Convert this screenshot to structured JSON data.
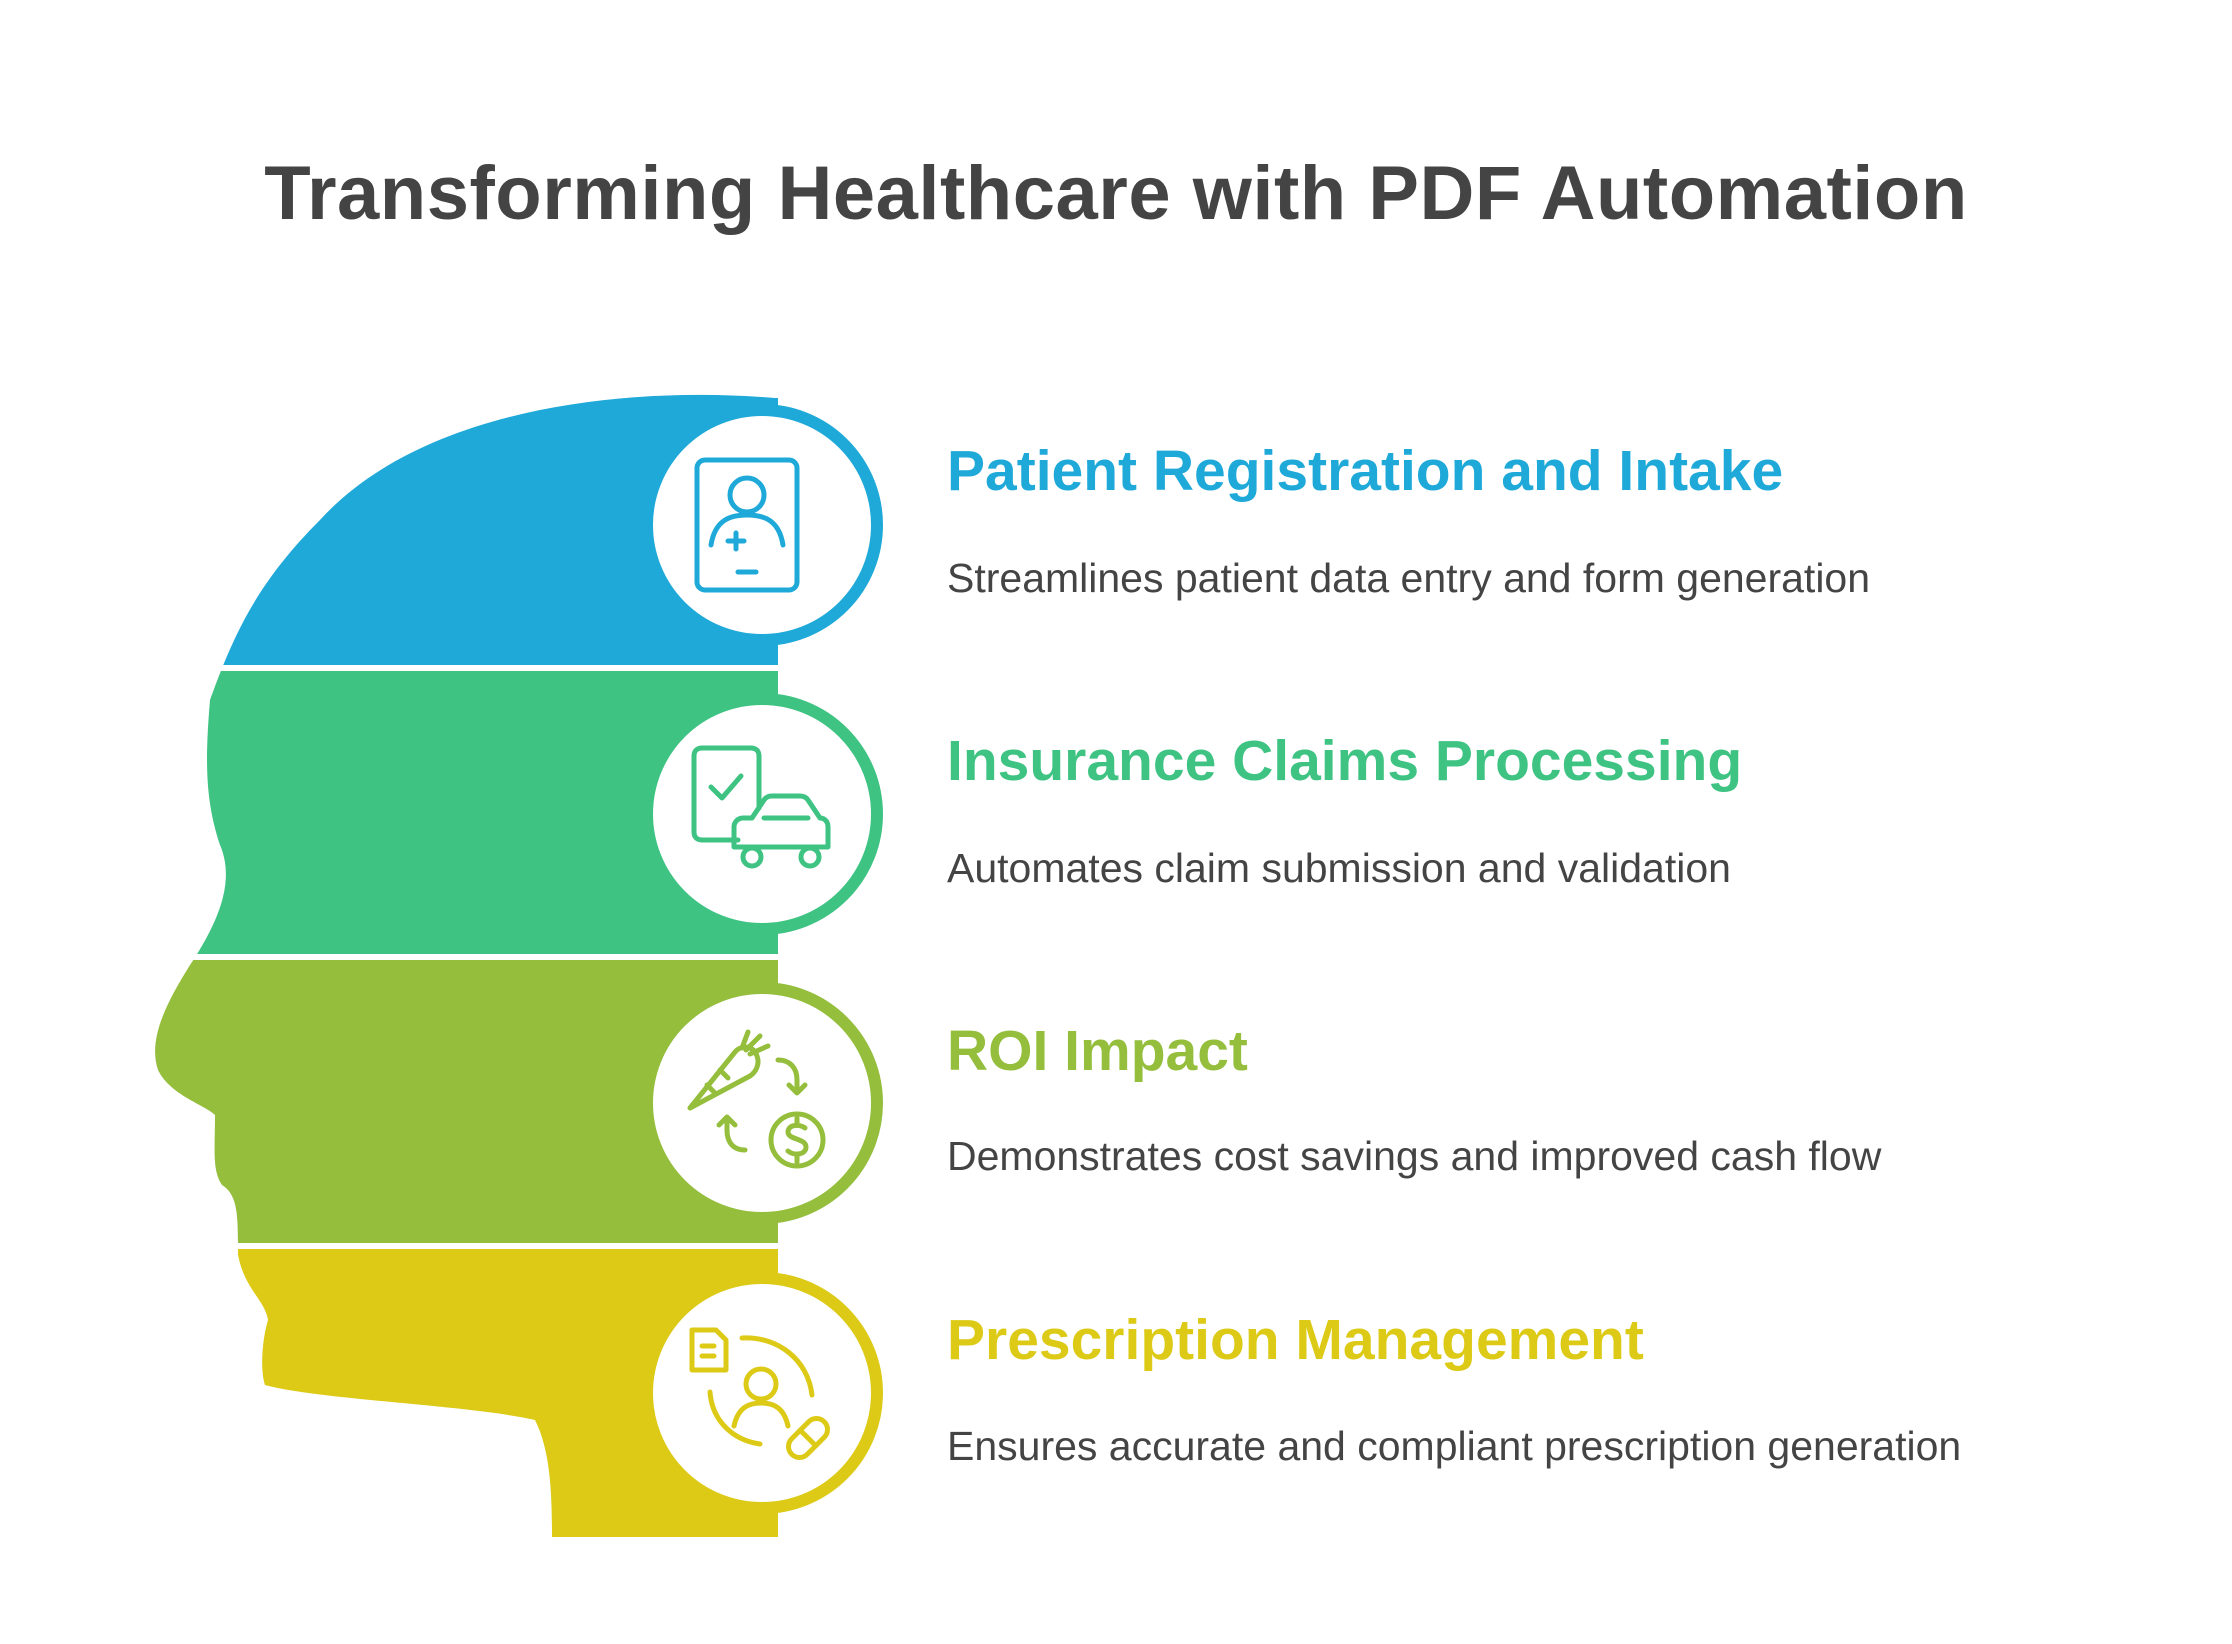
{
  "title": "Transforming Healthcare with PDF Automation",
  "colors": {
    "registration": "#1ea9d9",
    "insurance": "#3ec383",
    "roi": "#94be3c",
    "prescription": "#dcca16",
    "title_text": "#444444",
    "body_text": "#444444"
  },
  "stages": [
    {
      "heading": "Patient Registration and Intake",
      "description": "Streamlines patient data entry and form generation",
      "icon": "patient-tablet-icon"
    },
    {
      "heading": "Insurance Claims Processing",
      "description": "Automates claim submission and validation",
      "icon": "phone-car-claim-icon"
    },
    {
      "heading": "ROI Impact",
      "description": "Demonstrates cost savings and improved cash flow",
      "icon": "carrot-dollar-cycle-icon"
    },
    {
      "heading": "Prescription Management",
      "description": "Ensures accurate and compliant prescription generation",
      "icon": "document-person-pill-icon"
    }
  ]
}
